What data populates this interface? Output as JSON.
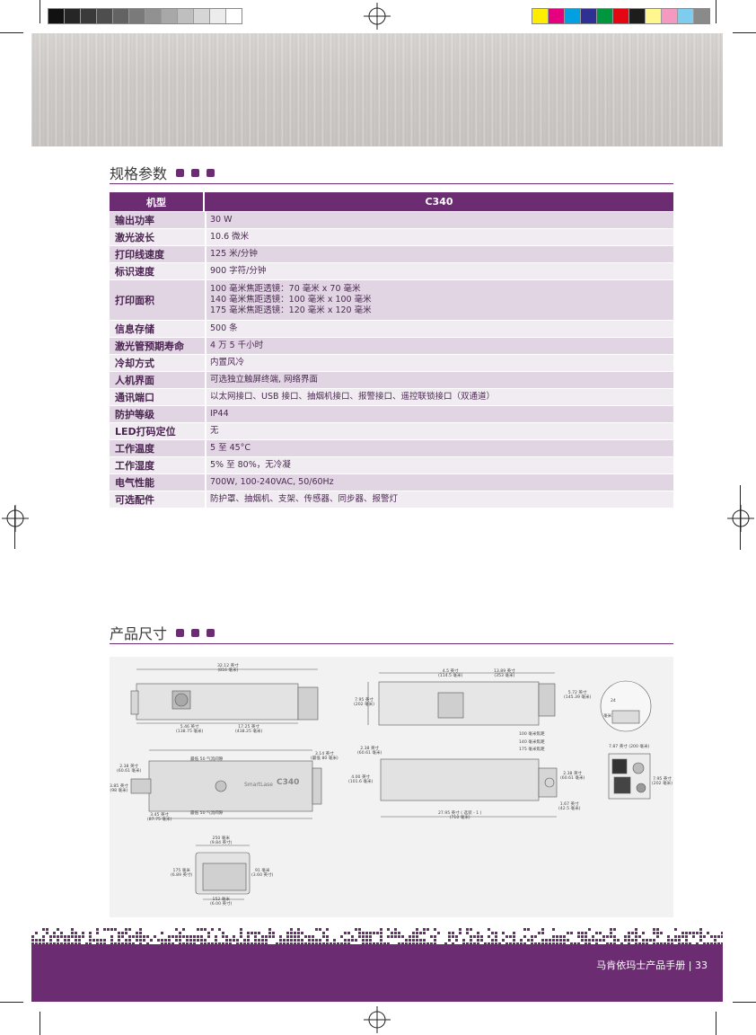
{
  "sections": {
    "specs_title": "规格参数",
    "dimensions_title": "产品尺寸"
  },
  "colors": {
    "accent": "#6b2c72",
    "row_dark": "#e1d5e3",
    "row_light": "#f1ebf2",
    "grayscale_bar": [
      "#111111",
      "#262626",
      "#3a3a3a",
      "#4e4e4e",
      "#636363",
      "#7a7a7a",
      "#919191",
      "#a8a8a8",
      "#bfbfbf",
      "#d6d6d6",
      "#ececec",
      "#ffffff"
    ],
    "color_bar": [
      "#ffed00",
      "#e6007e",
      "#00a0e3",
      "#2e3192",
      "#009640",
      "#e30613",
      "#1d1d1b",
      "#fff68f",
      "#f49ac1",
      "#7fcdee",
      "#8a8a8a"
    ]
  },
  "spec_table": {
    "header": {
      "label": "机型",
      "model": "C340"
    },
    "rows": [
      {
        "label": "输出功率",
        "value": [
          "30 W"
        ]
      },
      {
        "label": "激光波长",
        "value": [
          "10.6 微米"
        ]
      },
      {
        "label": "打印线速度",
        "value": [
          "125 米/分钟"
        ]
      },
      {
        "label": "标识速度",
        "value": [
          "900 字符/分钟"
        ]
      },
      {
        "label": "打印面积",
        "value": [
          "100 毫米焦距透镜：70 毫米 x 70 毫米",
          "140 毫米焦距透镜：100 毫米 x 100 毫米",
          "175 毫米焦距透镜：120 毫米 x 120 毫米"
        ]
      },
      {
        "label": "信息存储",
        "value": [
          "500 条"
        ]
      },
      {
        "label": "激光管预期寿命",
        "value": [
          "4 万 5 千小时"
        ]
      },
      {
        "label": "冷却方式",
        "value": [
          "内置风冷"
        ]
      },
      {
        "label": "人机界面",
        "value": [
          "可选独立触屏终端, 网络界面"
        ]
      },
      {
        "label": "通讯端口",
        "value": [
          "以太网接口、USB 接口、抽烟机接口、报警接口、遥控联锁接口（双通道）"
        ]
      },
      {
        "label": "防护等级",
        "value": [
          "IP44"
        ]
      },
      {
        "label": "LED打码定位",
        "value": [
          "无"
        ]
      },
      {
        "label": "工作温度",
        "value": [
          "5 至 45°C"
        ]
      },
      {
        "label": "工作湿度",
        "value": [
          "5% 至 80%，无冷凝"
        ]
      },
      {
        "label": "电气性能",
        "value": [
          "700W, 100-240VAC, 50/60Hz"
        ]
      },
      {
        "label": "可选配件",
        "value": [
          "防护罩、抽烟机、支架、传感器、同步器、报警灯"
        ]
      }
    ]
  },
  "drawing": {
    "brand": "SmartLase",
    "model_badge": "C340",
    "labels": {
      "top_len": [
        "32.12 英寸",
        "(816 毫米)"
      ],
      "d1": [
        "5.46 英寸",
        "(138.75 毫米)"
      ],
      "d2": [
        "17.25 英寸",
        "(438.25 毫米)"
      ],
      "side_len_a": [
        "4.5 英寸",
        "(114.5 毫米)"
      ],
      "side_len_b": [
        "13.89 英寸",
        "(353 毫米)"
      ],
      "side_h": [
        "7.95 英寸",
        "(202 毫米)"
      ],
      "side_r": [
        "5.72 英寸",
        "(145.39 毫米)"
      ],
      "lens_100": "100 毫米焦距",
      "lens_140": "140 毫米焦距",
      "lens_175": "175 毫米焦距",
      "end_w": [
        "7.87 英寸 (200 毫米)"
      ],
      "end_h": [
        "7.95 英寸",
        "(202 毫米)"
      ],
      "plan_h": [
        "2.38 英寸",
        "(60.61 毫米)"
      ],
      "plan_r": [
        "3.14 英寸",
        "(最低 80 毫米)"
      ],
      "plan_l1": [
        "2.38 英寸",
        "(60.61 毫米)"
      ],
      "plan_l2": [
        "3.85 英寸",
        "(98 毫米)"
      ],
      "plan_b": [
        "3.45 英寸",
        "(87.75 毫米)"
      ],
      "air_top": "最低 50 气流间隙",
      "air_bot": "最低 50 气流间隙",
      "base_l": [
        "4.00 英寸",
        "(101.6 毫米)"
      ],
      "base_r": [
        "2.38 英寸",
        "(60.61 毫米)"
      ],
      "base_rb": [
        "1.67 英寸",
        "(42.5 毫米)"
      ],
      "base_len": [
        "27.95 英寸 ( 选装 - 1 )",
        "(710 毫米)"
      ],
      "base_top": [
        "2.38 英寸",
        "(60.61 毫米)"
      ],
      "hmi_w": [
        "250 毫米",
        "(9.84 英寸)"
      ],
      "hmi_h": [
        "175 毫米",
        "(6.89 英寸)"
      ],
      "hmi_d": [
        "91 毫米",
        "(3.60 英寸)"
      ],
      "hmi_b": [
        "152 毫米",
        "(6.00 英寸)"
      ],
      "small_mm": "毫米",
      "small_24": "24"
    }
  },
  "footer": {
    "text": "马肯依玛士产品手册 | 33"
  }
}
